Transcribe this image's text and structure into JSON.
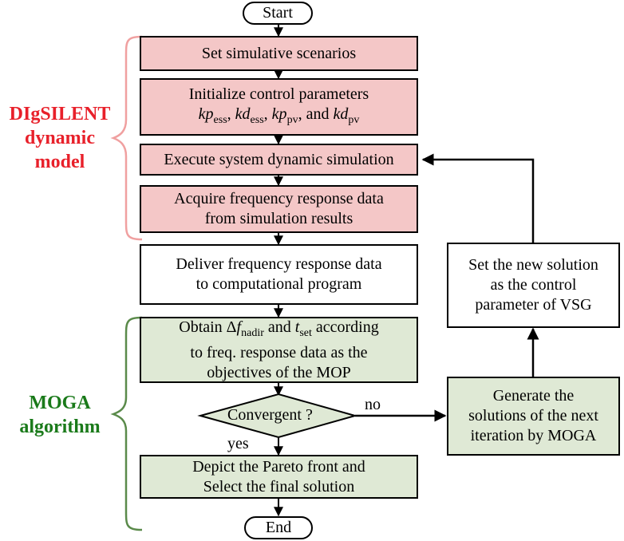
{
  "start": "Start",
  "end": "End",
  "digsilent_label": [
    "DIgSILENT",
    "dynamic",
    "model"
  ],
  "moga_label": [
    "MOGA",
    "algorithm"
  ],
  "steps": {
    "set_scenarios": "Set simulative scenarios",
    "init_params_line1": "Initialize control parameters",
    "init_params_sep1": ", ",
    "init_params_sep2": ", ",
    "init_params_sep3": ", and ",
    "var_kp": "kp",
    "var_kd": "kd",
    "sub_ess": "ess",
    "sub_pv": "pv",
    "execute_sim": "Execute system dynamic simulation",
    "acquire_line1": "Acquire frequency response data",
    "acquire_line2": "from simulation results",
    "deliver_line1": "Deliver frequency response data",
    "deliver_line2": "to computational program",
    "obtain_pre": "Obtain Δ",
    "obtain_f": "f",
    "obtain_nadir": "nadir",
    "obtain_and": " and ",
    "obtain_t": "t",
    "obtain_set": "set",
    "obtain_post": " according",
    "obtain_line2": "to freq. response data as the",
    "obtain_line3": "objectives of the MOP",
    "convergent": "Convergent ?",
    "depict_line1": "Depict the Pareto front and",
    "depict_line2": "Select the final solution",
    "generate_line1": "Generate the",
    "generate_line2": "solutions of the next",
    "generate_line3": "iteration by MOGA",
    "newsol_line1": "Set the new solution",
    "newsol_line2": "as the control",
    "newsol_line3": "parameter of VSG"
  },
  "edge_labels": {
    "no": "no",
    "yes": "yes"
  },
  "colors": {
    "pink_fill": "#f4c7c7",
    "green_fill": "#dfe9d5",
    "pink_brace": "#f0a0a0",
    "green_brace": "#5a8a4a",
    "red_text": "#e8202a",
    "green_text": "#1a7a1a"
  }
}
